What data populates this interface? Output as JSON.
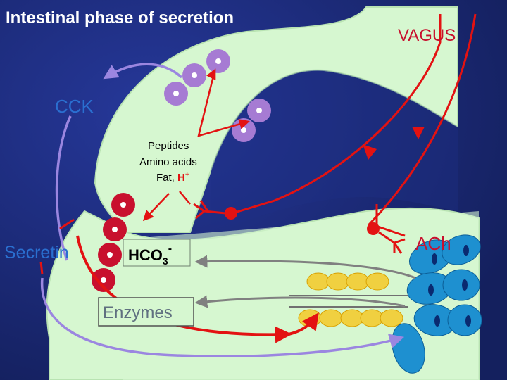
{
  "slide": {
    "title": "Intestinal phase of secretion"
  },
  "labels": {
    "vagus": "VAGUS",
    "cck": "CCK",
    "secretin": "Secretin",
    "ach": "ACh",
    "enzymes": "Enzymes",
    "lumen_contents": [
      "Peptides",
      "Amino acids",
      "Fat, "
    ],
    "h_plus": "H",
    "h_plus_sup": "+",
    "bicarbonate": "HCO",
    "bicarbonate_sub": "3",
    "bicarbonate_sup": "-"
  },
  "colors": {
    "background": "#1b2a7a",
    "tissue": "#d6f7d0",
    "title_text": "#ffffff",
    "hormone_text": "#2a6fd0",
    "secretin_text": "#2a6fd0",
    "nerve_red": "#e31212",
    "cck_arrow": "#9b86e0",
    "secretin_arrow": "#9b86e0",
    "enzyme_arrow": "#808080",
    "i_cell": "#a67bd3",
    "s_cell": "#c8102e",
    "acinar_cell": "#f0d040",
    "duct_cell": "#1e90d0"
  }
}
